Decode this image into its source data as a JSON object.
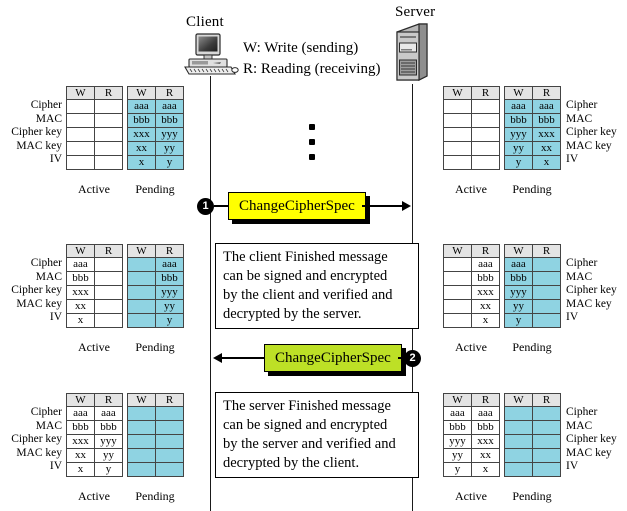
{
  "diagram": {
    "title": "TLS ChangeCipherSpec state transition",
    "client_label": "Client",
    "server_label": "Server",
    "legend": {
      "write": "W: Write (sending)",
      "read": "R: Reading (receiving)"
    },
    "colors": {
      "pending_cell": "#8fd3e2",
      "header_cell": "#e4e4e4",
      "msg1_fill": "#ffff00",
      "msg2_fill": "#bde026",
      "line": "#1a1a1a"
    },
    "icons": {
      "client": "desktop-computer-icon",
      "server": "server-tower-icon",
      "ellipsis": "vertical-ellipsis-icon"
    }
  },
  "table_meta": {
    "columns": [
      "W",
      "R"
    ],
    "row_labels": [
      "Cipher",
      "MAC",
      "Cipher key",
      "MAC key",
      "IV"
    ],
    "active_caption": "Active",
    "pending_caption": "Pending"
  },
  "stages": [
    {
      "id": "stage-1",
      "client": {
        "active": [
          [
            "",
            ""
          ],
          [
            "",
            ""
          ],
          [
            "",
            ""
          ],
          [
            "",
            ""
          ],
          [
            "",
            ""
          ]
        ],
        "active_fill": [
          [
            "wh",
            "wh"
          ],
          [
            "wh",
            "wh"
          ],
          [
            "wh",
            "wh"
          ],
          [
            "wh",
            "wh"
          ],
          [
            "wh",
            "wh"
          ]
        ],
        "pending": [
          [
            "aaa",
            "aaa"
          ],
          [
            "bbb",
            "bbb"
          ],
          [
            "xxx",
            "yyy"
          ],
          [
            "xx",
            "yy"
          ],
          [
            "x",
            "y"
          ]
        ],
        "pending_fill": [
          [
            "cy",
            "cy"
          ],
          [
            "cy",
            "cy"
          ],
          [
            "cy",
            "cy"
          ],
          [
            "cy",
            "cy"
          ],
          [
            "cy",
            "cy"
          ]
        ]
      },
      "server": {
        "active": [
          [
            "",
            ""
          ],
          [
            "",
            ""
          ],
          [
            "",
            ""
          ],
          [
            "",
            ""
          ],
          [
            "",
            ""
          ]
        ],
        "active_fill": [
          [
            "wh",
            "wh"
          ],
          [
            "wh",
            "wh"
          ],
          [
            "wh",
            "wh"
          ],
          [
            "wh",
            "wh"
          ],
          [
            "wh",
            "wh"
          ]
        ],
        "pending": [
          [
            "aaa",
            "aaa"
          ],
          [
            "bbb",
            "bbb"
          ],
          [
            "yyy",
            "xxx"
          ],
          [
            "yy",
            "xx"
          ],
          [
            "y",
            "x"
          ]
        ],
        "pending_fill": [
          [
            "cy",
            "cy"
          ],
          [
            "cy",
            "cy"
          ],
          [
            "cy",
            "cy"
          ],
          [
            "cy",
            "cy"
          ],
          [
            "cy",
            "cy"
          ]
        ]
      }
    },
    {
      "id": "stage-2",
      "client": {
        "active": [
          [
            "aaa",
            ""
          ],
          [
            "bbb",
            ""
          ],
          [
            "xxx",
            ""
          ],
          [
            "xx",
            ""
          ],
          [
            "x",
            ""
          ]
        ],
        "active_fill": [
          [
            "wh",
            "wh"
          ],
          [
            "wh",
            "wh"
          ],
          [
            "wh",
            "wh"
          ],
          [
            "wh",
            "wh"
          ],
          [
            "wh",
            "wh"
          ]
        ],
        "pending": [
          [
            "",
            "aaa"
          ],
          [
            "",
            "bbb"
          ],
          [
            "",
            "yyy"
          ],
          [
            "",
            "yy"
          ],
          [
            "",
            "y"
          ]
        ],
        "pending_fill": [
          [
            "cy",
            "cy"
          ],
          [
            "cy",
            "cy"
          ],
          [
            "cy",
            "cy"
          ],
          [
            "cy",
            "cy"
          ],
          [
            "cy",
            "cy"
          ]
        ]
      },
      "server": {
        "active": [
          [
            "",
            "aaa"
          ],
          [
            "",
            "bbb"
          ],
          [
            "",
            "xxx"
          ],
          [
            "",
            "xx"
          ],
          [
            "",
            "x"
          ]
        ],
        "active_fill": [
          [
            "wh",
            "wh"
          ],
          [
            "wh",
            "wh"
          ],
          [
            "wh",
            "wh"
          ],
          [
            "wh",
            "wh"
          ],
          [
            "wh",
            "wh"
          ]
        ],
        "pending": [
          [
            "aaa",
            ""
          ],
          [
            "bbb",
            ""
          ],
          [
            "yyy",
            ""
          ],
          [
            "yy",
            ""
          ],
          [
            "y",
            ""
          ]
        ],
        "pending_fill": [
          [
            "cy",
            "cy"
          ],
          [
            "cy",
            "cy"
          ],
          [
            "cy",
            "cy"
          ],
          [
            "cy",
            "cy"
          ],
          [
            "cy",
            "cy"
          ]
        ]
      }
    },
    {
      "id": "stage-3",
      "client": {
        "active": [
          [
            "aaa",
            "aaa"
          ],
          [
            "bbb",
            "bbb"
          ],
          [
            "xxx",
            "yyy"
          ],
          [
            "xx",
            "yy"
          ],
          [
            "x",
            "y"
          ]
        ],
        "active_fill": [
          [
            "wh",
            "wh"
          ],
          [
            "wh",
            "wh"
          ],
          [
            "wh",
            "wh"
          ],
          [
            "wh",
            "wh"
          ],
          [
            "wh",
            "wh"
          ]
        ],
        "pending": [
          [
            "",
            ""
          ],
          [
            "",
            ""
          ],
          [
            "",
            ""
          ],
          [
            "",
            ""
          ],
          [
            "",
            ""
          ]
        ],
        "pending_fill": [
          [
            "cy",
            "cy"
          ],
          [
            "cy",
            "cy"
          ],
          [
            "cy",
            "cy"
          ],
          [
            "cy",
            "cy"
          ],
          [
            "cy",
            "cy"
          ]
        ]
      },
      "server": {
        "active": [
          [
            "aaa",
            "aaa"
          ],
          [
            "bbb",
            "bbb"
          ],
          [
            "yyy",
            "xxx"
          ],
          [
            "yy",
            "xx"
          ],
          [
            "y",
            "x"
          ]
        ],
        "active_fill": [
          [
            "wh",
            "wh"
          ],
          [
            "wh",
            "wh"
          ],
          [
            "wh",
            "wh"
          ],
          [
            "wh",
            "wh"
          ],
          [
            "wh",
            "wh"
          ]
        ],
        "pending": [
          [
            "",
            ""
          ],
          [
            "",
            ""
          ],
          [
            "",
            ""
          ],
          [
            "",
            ""
          ],
          [
            "",
            ""
          ]
        ],
        "pending_fill": [
          [
            "cy",
            "cy"
          ],
          [
            "cy",
            "cy"
          ],
          [
            "cy",
            "cy"
          ],
          [
            "cy",
            "cy"
          ],
          [
            "cy",
            "cy"
          ]
        ]
      }
    }
  ],
  "messages": [
    {
      "marker": "1",
      "label": "ChangeCipherSpec",
      "direction": "client-to-server",
      "fill": "#ffff00"
    },
    {
      "marker": "2",
      "label": "ChangeCipherSpec",
      "direction": "server-to-client",
      "fill": "#bde026"
    }
  ],
  "notes": [
    {
      "id": "note-client-finished",
      "lines": [
        "The client Finished message",
        "can be signed and encrypted",
        "by the client and verified and",
        "decrypted by the server."
      ]
    },
    {
      "id": "note-server-finished",
      "lines": [
        "The server Finished message",
        "can be signed and encrypted",
        "by the server and verified and",
        "decrypted by the client."
      ]
    }
  ]
}
